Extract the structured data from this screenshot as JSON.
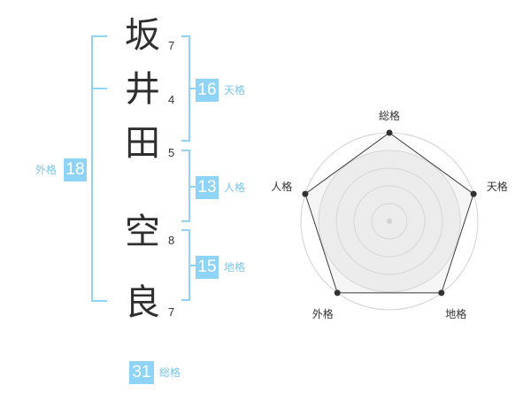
{
  "name": {
    "characters": [
      {
        "char": "坂",
        "strokes": "7"
      },
      {
        "char": "井",
        "strokes": "4"
      },
      {
        "char": "田",
        "strokes": "5"
      },
      {
        "char": "空",
        "strokes": "8"
      },
      {
        "char": "良",
        "strokes": "7"
      }
    ]
  },
  "fortunes": {
    "tenkaku": {
      "value": "16",
      "label": "天格"
    },
    "jinkaku": {
      "value": "13",
      "label": "人格"
    },
    "chikaku": {
      "value": "15",
      "label": "地格"
    },
    "gaikaku": {
      "value": "18",
      "label": "外格"
    },
    "soukaku": {
      "value": "31",
      "label": "総格"
    }
  },
  "colors": {
    "accent": "#8fd3f7",
    "label_text": "#79c6ee",
    "kanji_text": "#2e2e2e"
  },
  "chart_data": {
    "type": "radar",
    "axes": [
      "総格",
      "天格",
      "地格",
      "外格",
      "人格"
    ],
    "values": [
      1.0,
      1.0,
      1.0,
      1.0,
      1.0
    ],
    "range": [
      0,
      1
    ],
    "grid": true
  }
}
